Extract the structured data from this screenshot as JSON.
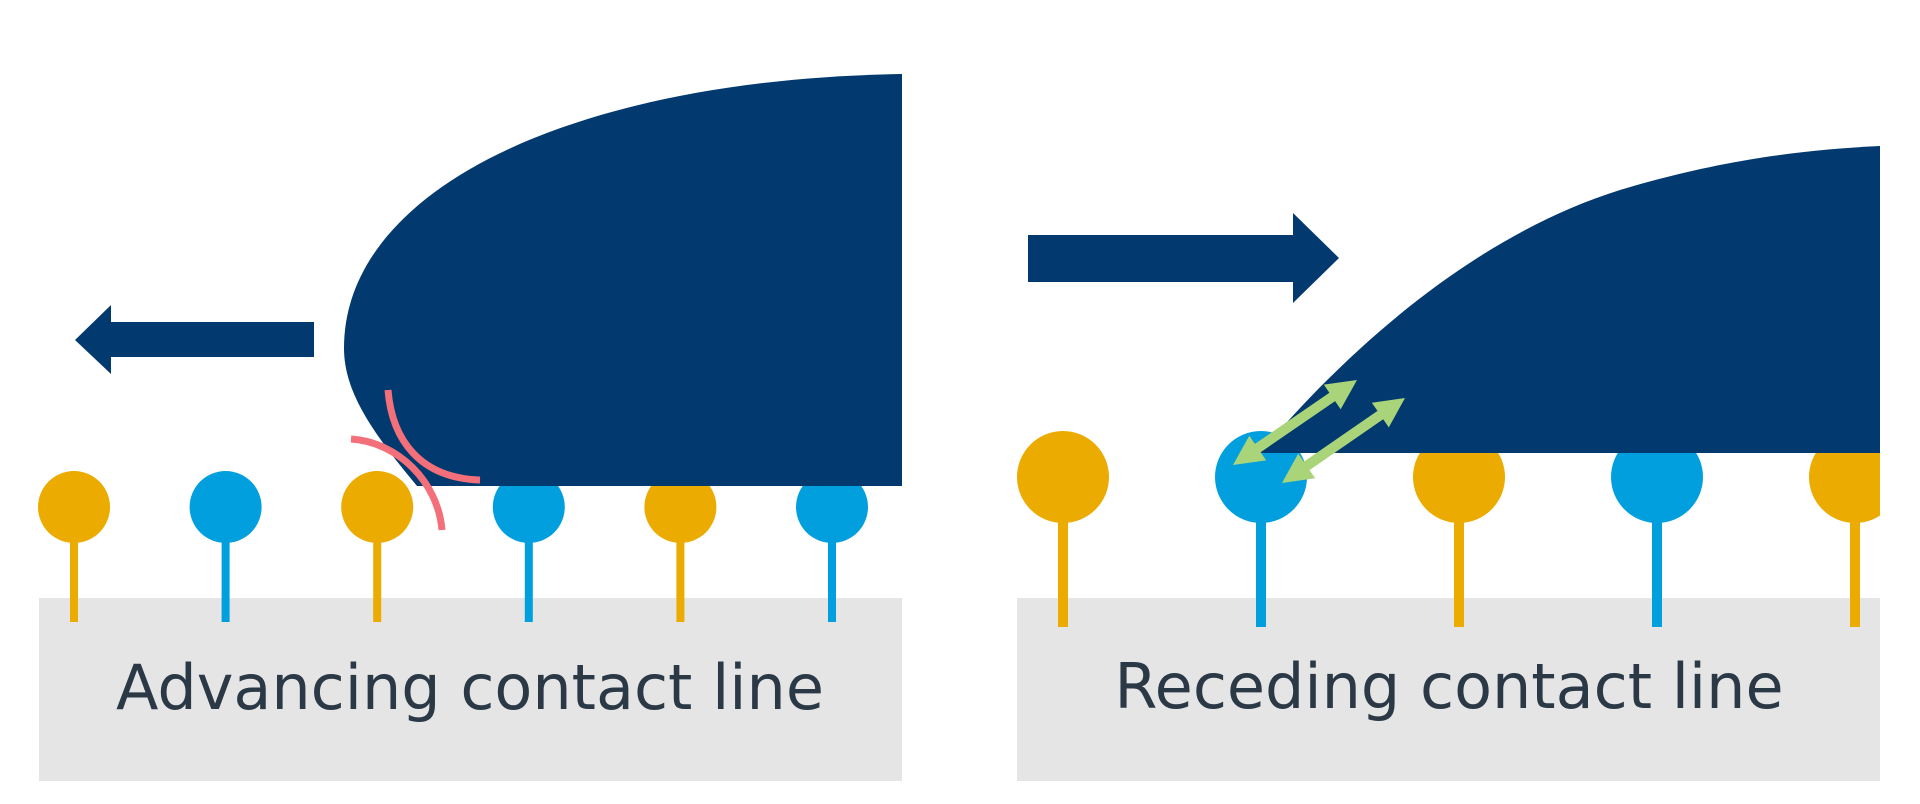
{
  "diagram": {
    "title": "Advancing vs receding contact line",
    "colors": {
      "droplet": "#023a70",
      "hydrophobic_head": "#ebab00",
      "hydrophilic_head": "#029fdf",
      "substrate": "#e5e5e5",
      "pinning_arc": "#f3707a",
      "interaction_arrow": "#a9d47a",
      "text": "#2b3947"
    },
    "panels": [
      {
        "id": "advancing",
        "label": "Advancing contact line",
        "motion_direction": "left",
        "molecule_sequence": [
          "hydrophobic",
          "hydrophilic",
          "hydrophobic",
          "hydrophilic",
          "hydrophobic",
          "hydrophilic"
        ],
        "annotation": "pinning-arcs"
      },
      {
        "id": "receding",
        "label": "Receding contact line",
        "motion_direction": "right",
        "molecule_sequence": [
          "hydrophobic",
          "hydrophilic",
          "hydrophobic",
          "hydrophilic",
          "hydrophobic"
        ],
        "annotation": "double-headed-interaction-arrows"
      }
    ]
  }
}
